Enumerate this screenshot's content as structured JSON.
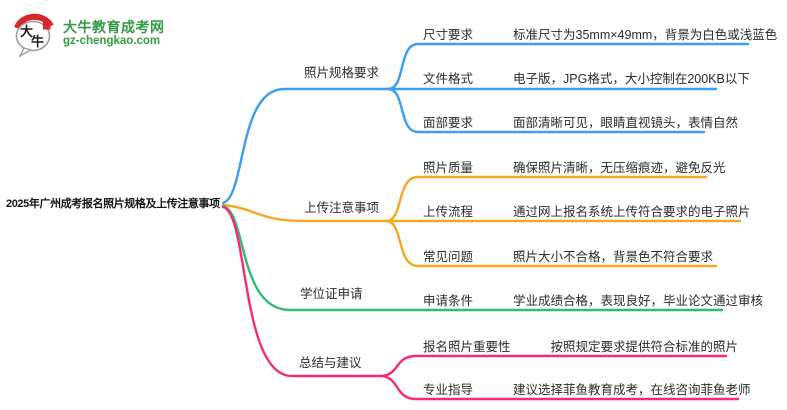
{
  "logo": {
    "brand": "大牛教育成考网",
    "domain": "gz-chengkao.com",
    "mark_char1": "大",
    "mark_char2": "牛",
    "brand_color": "#359B43",
    "mark_red": "#D8262C"
  },
  "root": {
    "title": "2025年广州成考报名照片规格及上传注意事项"
  },
  "branches": [
    {
      "label": "照片规格要求",
      "color": "#3B9EF3",
      "children": [
        {
          "label": "尺寸要求",
          "value": "标准尺寸为35mm×49mm，背景为白色或浅蓝色"
        },
        {
          "label": "文件格式",
          "value": "电子版，JPG格式，大小控制在200KB以下"
        },
        {
          "label": "面部要求",
          "value": "面部清晰可见，眼睛直视镜头，表情自然"
        }
      ]
    },
    {
      "label": "上传注意事项",
      "color": "#F7A823",
      "children": [
        {
          "label": "照片质量",
          "value": "确保照片清晰，无压缩痕迹，避免反光"
        },
        {
          "label": "上传流程",
          "value": "通过网上报名系统上传符合要求的电子照片"
        },
        {
          "label": "常见问题",
          "value": "照片大小不合格，背景色不符合要求"
        }
      ]
    },
    {
      "label": "学位证申请",
      "color": "#2CBE71",
      "children": [
        {
          "label": "申请条件",
          "value": "学业成绩合格，表现良好，毕业论文通过审核"
        }
      ]
    },
    {
      "label": "总结与建议",
      "color": "#F8297B",
      "children": [
        {
          "label": "报名照片重要性",
          "value": "按照规定要求提供符合标准的照片"
        },
        {
          "label": "专业指导",
          "value": "建议选择菲鱼教育成考，在线咨询菲鱼老师"
        }
      ]
    }
  ]
}
